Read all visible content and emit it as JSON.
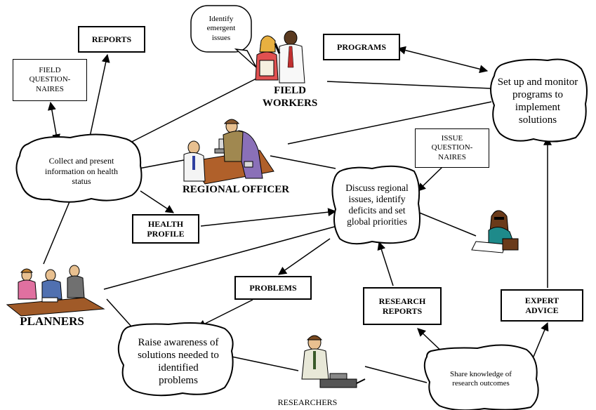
{
  "actors": {
    "field_workers": "FIELD\nWORKERS",
    "regional_officer": "REGIONAL OFFICER",
    "planners": "PLANNERS",
    "researchers": "RESEARCHERS"
  },
  "boxes": {
    "reports": "REPORTS",
    "field_questionnaires": "FIELD\nQUESTION-\nNAIRES",
    "programs": "PROGRAMS",
    "issue_questionnaires": "ISSUE\nQUESTION-\nNAIRES",
    "health_profile": "HEALTH\nPROFILE",
    "problems": "PROBLEMS",
    "research_reports": "RESEARCH\nREPORTS",
    "expert_advice": "EXPERT\nADVICE"
  },
  "clouds": {
    "identify_issues": "Identify\nemergent\nissues",
    "collect_info": "Collect and present\ninformation on health\nstatus",
    "setup_programs": "Set up and monitor\nprograms to\nimplement\nsolutions",
    "discuss_regional": "Discuss regional\nissues, identify\ndeficits  and set\nglobal priorities",
    "raise_awareness": "Raise awareness of\nsolutions needed to\nidentified\nproblems",
    "share_knowledge": "Share knowledge of\nresearch outcomes"
  }
}
